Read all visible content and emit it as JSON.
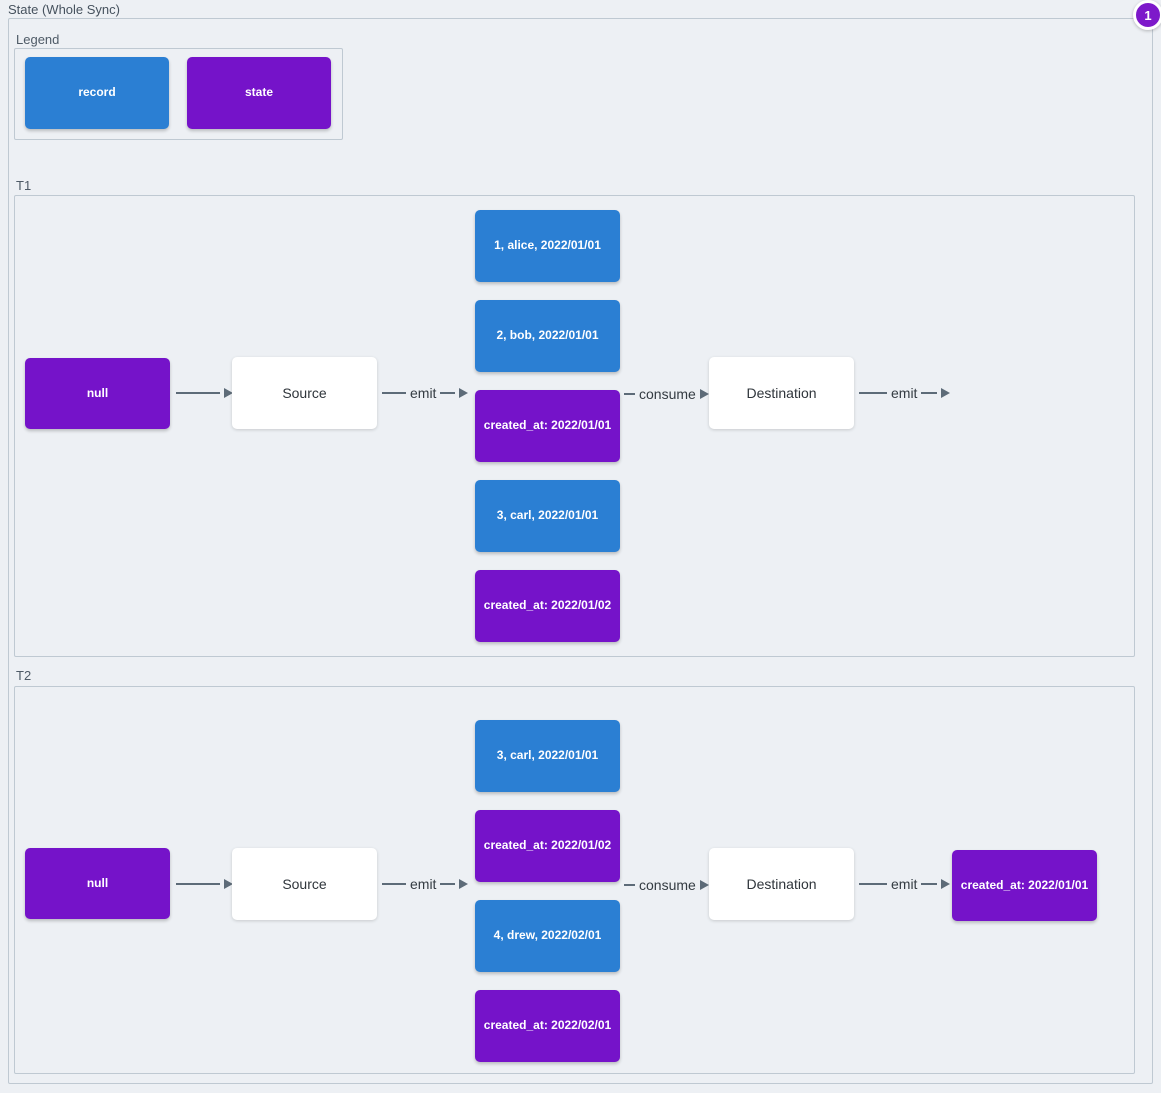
{
  "header": {
    "title": "State (Whole Sync)",
    "badge": "1"
  },
  "legend": {
    "label": "Legend",
    "items": [
      {
        "label": "record",
        "type": "record"
      },
      {
        "label": "state",
        "type": "state"
      }
    ]
  },
  "colors": {
    "record_blue": "#2b7fd3",
    "state_purple": "#7513c9",
    "badge_purple": "#7d19ca",
    "arrow_gray": "#5d6b78",
    "background": "#edf0f4"
  },
  "sections": [
    {
      "label": "T1",
      "nodes": {
        "input_state": "null",
        "source": "Source",
        "destination": "Destination"
      },
      "edges": {
        "emit_source": "emit",
        "consume": "consume",
        "emit_destination": "emit"
      },
      "stack": [
        {
          "text": "1, alice, 2022/01/01",
          "type": "record"
        },
        {
          "text": "2, bob, 2022/01/01",
          "type": "record"
        },
        {
          "text": "created_at: 2022/01/01",
          "type": "state"
        },
        {
          "text": "3, carl, 2022/01/01",
          "type": "record"
        },
        {
          "text": "created_at: 2022/01/02",
          "type": "state"
        }
      ]
    },
    {
      "label": "T2",
      "nodes": {
        "input_state": "null",
        "source": "Source",
        "destination": "Destination"
      },
      "edges": {
        "emit_source": "emit",
        "consume": "consume",
        "emit_destination": "emit"
      },
      "stack": [
        {
          "text": "3, carl, 2022/01/01",
          "type": "record"
        },
        {
          "text": "created_at: 2022/01/02",
          "type": "state"
        },
        {
          "text": "4, drew, 2022/02/01",
          "type": "record"
        },
        {
          "text": "created_at: 2022/02/01",
          "type": "state"
        }
      ],
      "output": {
        "text": "created_at: 2022/01/01",
        "type": "state"
      }
    }
  ]
}
